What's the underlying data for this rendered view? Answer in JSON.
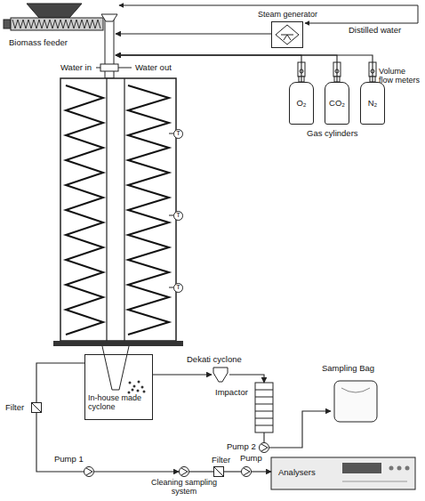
{
  "diagram": {
    "nodes": [
      {
        "text": [
          "Biomass feeder"
        ]
      },
      {
        "text": [
          "Steam generator"
        ]
      },
      {
        "text": [
          "O₂"
        ]
      },
      {
        "text": [
          "CO₂"
        ]
      },
      {
        "text": [
          "N₂"
        ]
      },
      {
        "text": [
          "T"
        ]
      },
      {
        "text": [
          "T"
        ]
      },
      {
        "text": [
          "T"
        ]
      },
      {
        "text": [
          "In-house made cyclone"
        ]
      },
      {
        "text": [
          "Dekati cyclone"
        ]
      },
      {
        "text": [
          "Impactor"
        ]
      },
      {
        "text": [
          "Sampling Bag"
        ]
      },
      {
        "text": [
          "Pump 2"
        ]
      },
      {
        "text": [
          "Filter"
        ]
      },
      {
        "text": [
          "Pump 1"
        ]
      },
      {
        "text": [
          "Cleaning sampling system"
        ]
      },
      {
        "text": [
          "Filter"
        ]
      },
      {
        "text": [
          "Pump"
        ]
      },
      {
        "text": [
          "Analysers"
        ]
      }
    ],
    "edges": [
      {
        "from": 2,
        "to": 0,
        "arrow": "to"
      },
      {
        "from": 3,
        "to": 0,
        "arrow": "to"
      },
      {
        "from": 4,
        "to": 0,
        "arrow": "to"
      },
      {
        "from": 1,
        "to": 0,
        "arrow": "to"
      },
      {
        "from": 8,
        "to": 9,
        "arrow": "to"
      },
      {
        "from": 9,
        "to": 10,
        "arrow": "to"
      },
      {
        "from": 10,
        "to": 12,
        "arrow": "none"
      },
      {
        "from": 12,
        "to": 11,
        "arrow": "to"
      },
      {
        "from": 8,
        "to": 13,
        "arrow": "none"
      },
      {
        "from": 13,
        "to": 14,
        "arrow": "none"
      },
      {
        "from": 14,
        "to": 15,
        "arrow": "to"
      },
      {
        "from": 15,
        "to": 16,
        "arrow": "none"
      },
      {
        "from": 16,
        "to": 17,
        "arrow": "none"
      },
      {
        "from": 17,
        "to": 18,
        "arrow": "to"
      }
    ],
    "labels": [
      "Distilled water",
      "Volume flow meters",
      "Gas cylinders",
      "Water in",
      "Water out"
    ]
  }
}
